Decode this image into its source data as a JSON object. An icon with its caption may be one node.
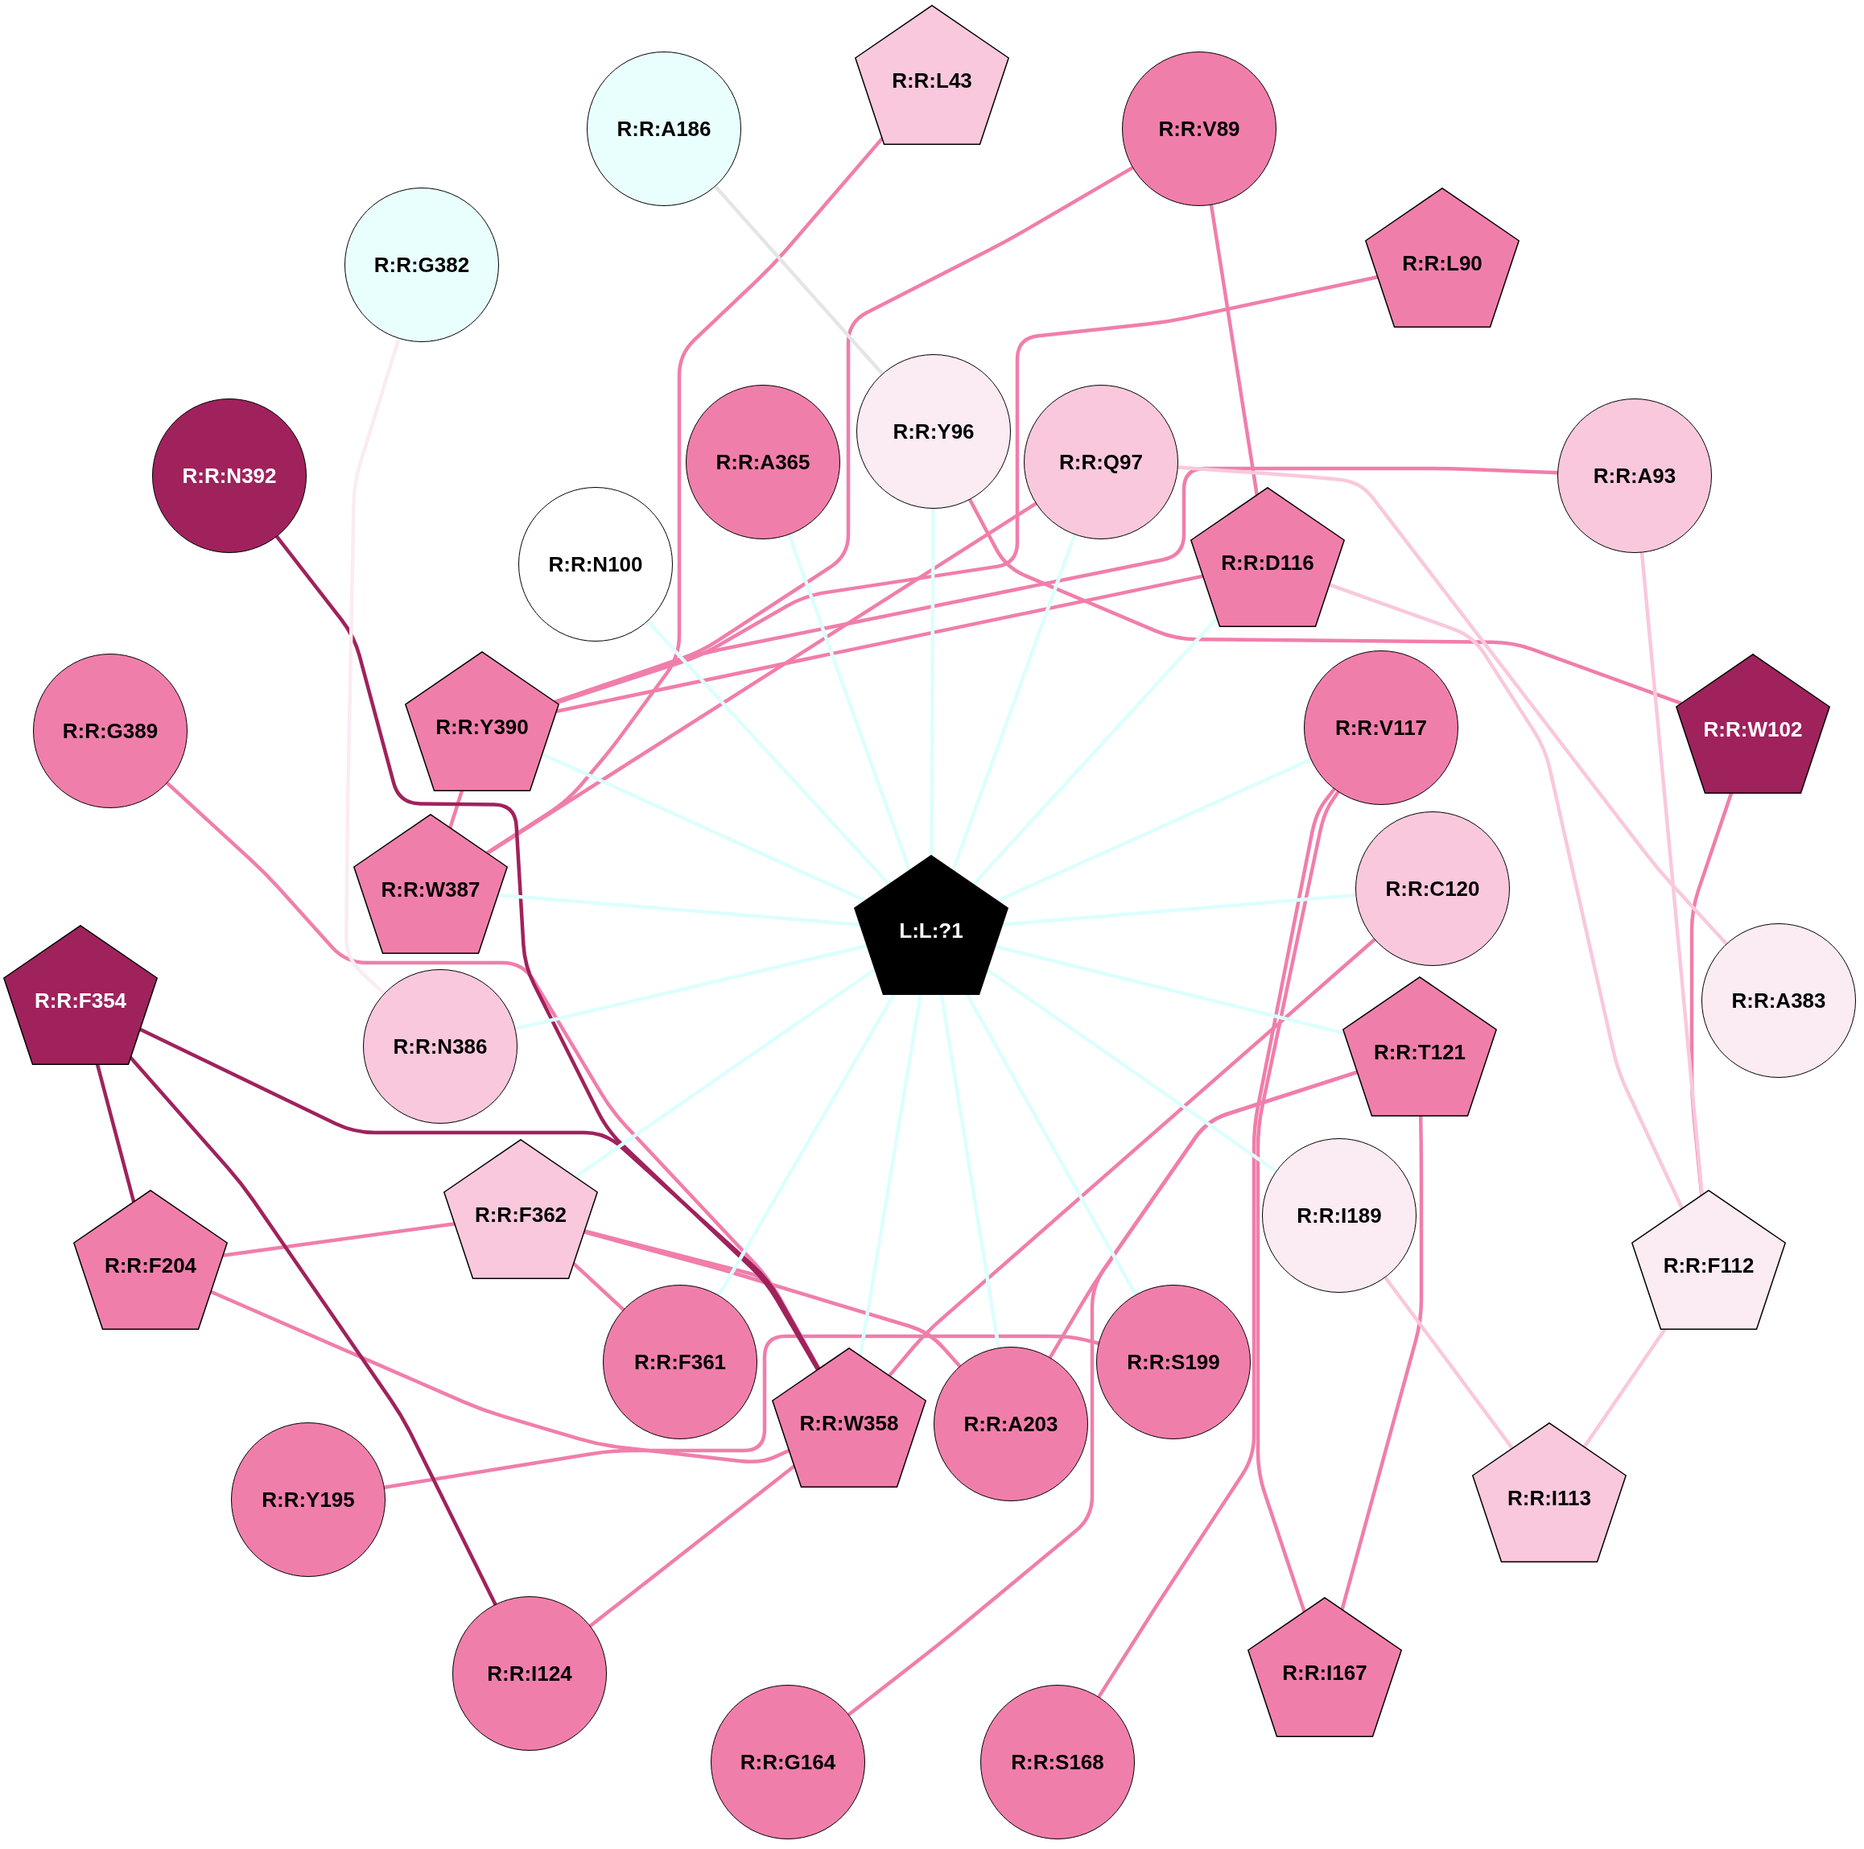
{
  "diagram": {
    "nodes": [
      {
        "text": [
          "R:R:L43"
        ]
      },
      {
        "text": [
          "R:R:A186"
        ]
      },
      {
        "text": [
          "R:R:V89"
        ]
      },
      {
        "text": [
          "R:R:L90"
        ]
      },
      {
        "text": [
          "R:R:G382"
        ]
      },
      {
        "text": [
          "R:R:Y96"
        ]
      },
      {
        "text": [
          "R:R:A365"
        ]
      },
      {
        "text": [
          "R:R:Q97"
        ]
      },
      {
        "text": [
          "R:R:N392"
        ]
      },
      {
        "text": [
          "R:R:A93"
        ]
      },
      {
        "text": [
          "R:R:D116"
        ]
      },
      {
        "text": [
          "R:R:N100"
        ]
      },
      {
        "text": [
          "R:R:Y390"
        ]
      },
      {
        "text": [
          "R:R:W102"
        ]
      },
      {
        "text": [
          "R:R:G389"
        ]
      },
      {
        "text": [
          "R:R:V117"
        ]
      },
      {
        "text": [
          "R:R:W387"
        ]
      },
      {
        "text": [
          "L:L:?1"
        ]
      },
      {
        "text": [
          "R:R:C120"
        ]
      },
      {
        "text": [
          "R:R:F354"
        ]
      },
      {
        "text": [
          "R:R:T121"
        ]
      },
      {
        "text": [
          "R:R:A383"
        ]
      },
      {
        "text": [
          "R:R:N386"
        ]
      },
      {
        "text": [
          "R:R:F362"
        ]
      },
      {
        "text": [
          "R:R:F204"
        ]
      },
      {
        "text": [
          "R:R:F112"
        ]
      },
      {
        "text": [
          "R:R:I189"
        ]
      },
      {
        "text": [
          "R:R:W358"
        ]
      },
      {
        "text": [
          "R:R:F361"
        ]
      },
      {
        "text": [
          "R:R:S199"
        ]
      },
      {
        "text": [
          "R:R:A203"
        ]
      },
      {
        "text": [
          "R:R:I113"
        ]
      },
      {
        "text": [
          "R:R:Y195"
        ]
      },
      {
        "text": [
          "R:R:I167"
        ]
      },
      {
        "text": [
          "R:R:I124"
        ]
      },
      {
        "text": [
          "R:R:G164"
        ]
      },
      {
        "text": [
          "R:R:S168"
        ]
      }
    ],
    "edges": [
      {
        "from": 0,
        "to": 16,
        "arrow": "none"
      },
      {
        "from": 2,
        "to": 12,
        "arrow": "none"
      },
      {
        "from": 2,
        "to": 10,
        "arrow": "none"
      },
      {
        "from": 3,
        "to": 12,
        "arrow": "none"
      },
      {
        "from": 5,
        "to": 13,
        "arrow": "none"
      },
      {
        "from": 7,
        "to": 16,
        "arrow": "none"
      },
      {
        "from": 9,
        "to": 12,
        "arrow": "none"
      },
      {
        "from": 10,
        "to": 12,
        "arrow": "none"
      },
      {
        "from": 14,
        "to": 27,
        "arrow": "none"
      },
      {
        "from": 12,
        "to": 16,
        "arrow": "none"
      },
      {
        "from": 13,
        "to": 25,
        "arrow": "none"
      },
      {
        "from": 15,
        "to": 33,
        "arrow": "none"
      },
      {
        "from": 15,
        "to": 36,
        "arrow": "none"
      },
      {
        "from": 18,
        "to": 27,
        "arrow": "none"
      },
      {
        "from": 20,
        "to": 33,
        "arrow": "none"
      },
      {
        "from": 20,
        "to": 30,
        "arrow": "none"
      },
      {
        "from": 20,
        "to": 35,
        "arrow": "none"
      },
      {
        "from": 23,
        "to": 24,
        "arrow": "none"
      },
      {
        "from": 23,
        "to": 28,
        "arrow": "none"
      },
      {
        "from": 23,
        "to": 30,
        "arrow": "none"
      },
      {
        "from": 23,
        "to": 27,
        "arrow": "none"
      },
      {
        "from": 24,
        "to": 27,
        "arrow": "none"
      },
      {
        "from": 32,
        "to": 29,
        "arrow": "none"
      },
      {
        "from": 27,
        "to": 34,
        "arrow": "none"
      },
      {
        "from": 8,
        "to": 27,
        "arrow": "none",
        "color": "#a0225c"
      },
      {
        "from": 19,
        "to": 27,
        "arrow": "none",
        "color": "#a0225c"
      },
      {
        "from": 19,
        "to": 24,
        "arrow": "none",
        "color": "#a0225c"
      },
      {
        "from": 19,
        "to": 34,
        "arrow": "none",
        "color": "#a0225c"
      },
      {
        "from": 7,
        "to": 21,
        "arrow": "none",
        "color": "#f9c8dd"
      },
      {
        "from": 10,
        "to": 25,
        "arrow": "none",
        "color": "#f9c8dd"
      },
      {
        "from": 9,
        "to": 25,
        "arrow": "none",
        "color": "#f9c8dd"
      },
      {
        "from": 26,
        "to": 31,
        "arrow": "none",
        "color": "#f9c8dd"
      },
      {
        "from": 25,
        "to": 31,
        "arrow": "none",
        "color": "#f9c8dd"
      },
      {
        "from": 4,
        "to": 22,
        "arrow": "none",
        "color": "#fbebf2"
      },
      {
        "from": 1,
        "to": 5,
        "arrow": "none",
        "color": "#e5e5e5"
      },
      {
        "from": 17,
        "to": 6,
        "arrow": "none",
        "color": "#dcfffd"
      },
      {
        "from": 17,
        "to": 5,
        "arrow": "none",
        "color": "#dcfffd"
      },
      {
        "from": 17,
        "to": 7,
        "arrow": "none",
        "color": "#dcfffd"
      },
      {
        "from": 17,
        "to": 11,
        "arrow": "none",
        "color": "#dcfffd"
      },
      {
        "from": 17,
        "to": 10,
        "arrow": "none",
        "color": "#dcfffd"
      },
      {
        "from": 17,
        "to": 12,
        "arrow": "none",
        "color": "#dcfffd"
      },
      {
        "from": 17,
        "to": 15,
        "arrow": "none",
        "color": "#dcfffd"
      },
      {
        "from": 17,
        "to": 16,
        "arrow": "none",
        "color": "#dcfffd"
      },
      {
        "from": 17,
        "to": 18,
        "arrow": "none",
        "color": "#dcfffd"
      },
      {
        "from": 17,
        "to": 22,
        "arrow": "none",
        "color": "#dcfffd"
      },
      {
        "from": 17,
        "to": 20,
        "arrow": "none",
        "color": "#dcfffd"
      },
      {
        "from": 17,
        "to": 23,
        "arrow": "none",
        "color": "#dcfffd"
      },
      {
        "from": 17,
        "to": 26,
        "arrow": "none",
        "color": "#dcfffd"
      },
      {
        "from": 17,
        "to": 28,
        "arrow": "none",
        "color": "#dcfffd"
      },
      {
        "from": 17,
        "to": 29,
        "arrow": "none",
        "color": "#dcfffd"
      },
      {
        "from": 17,
        "to": 27,
        "arrow": "none",
        "color": "#dcfffd"
      },
      {
        "from": 17,
        "to": 30,
        "arrow": "none",
        "color": "#dcfffd"
      }
    ]
  }
}
